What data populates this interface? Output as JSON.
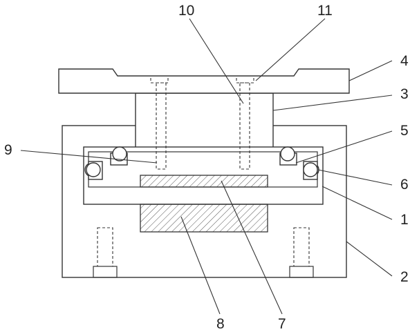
{
  "labels": {
    "l1": "1",
    "l2": "2",
    "l3": "3",
    "l4": "4",
    "l5": "5",
    "l6": "6",
    "l7": "7",
    "l8": "8",
    "l9": "9",
    "l10": "10",
    "l11": "11"
  },
  "colors": {
    "stroke": "#333333",
    "background": "#ffffff"
  }
}
